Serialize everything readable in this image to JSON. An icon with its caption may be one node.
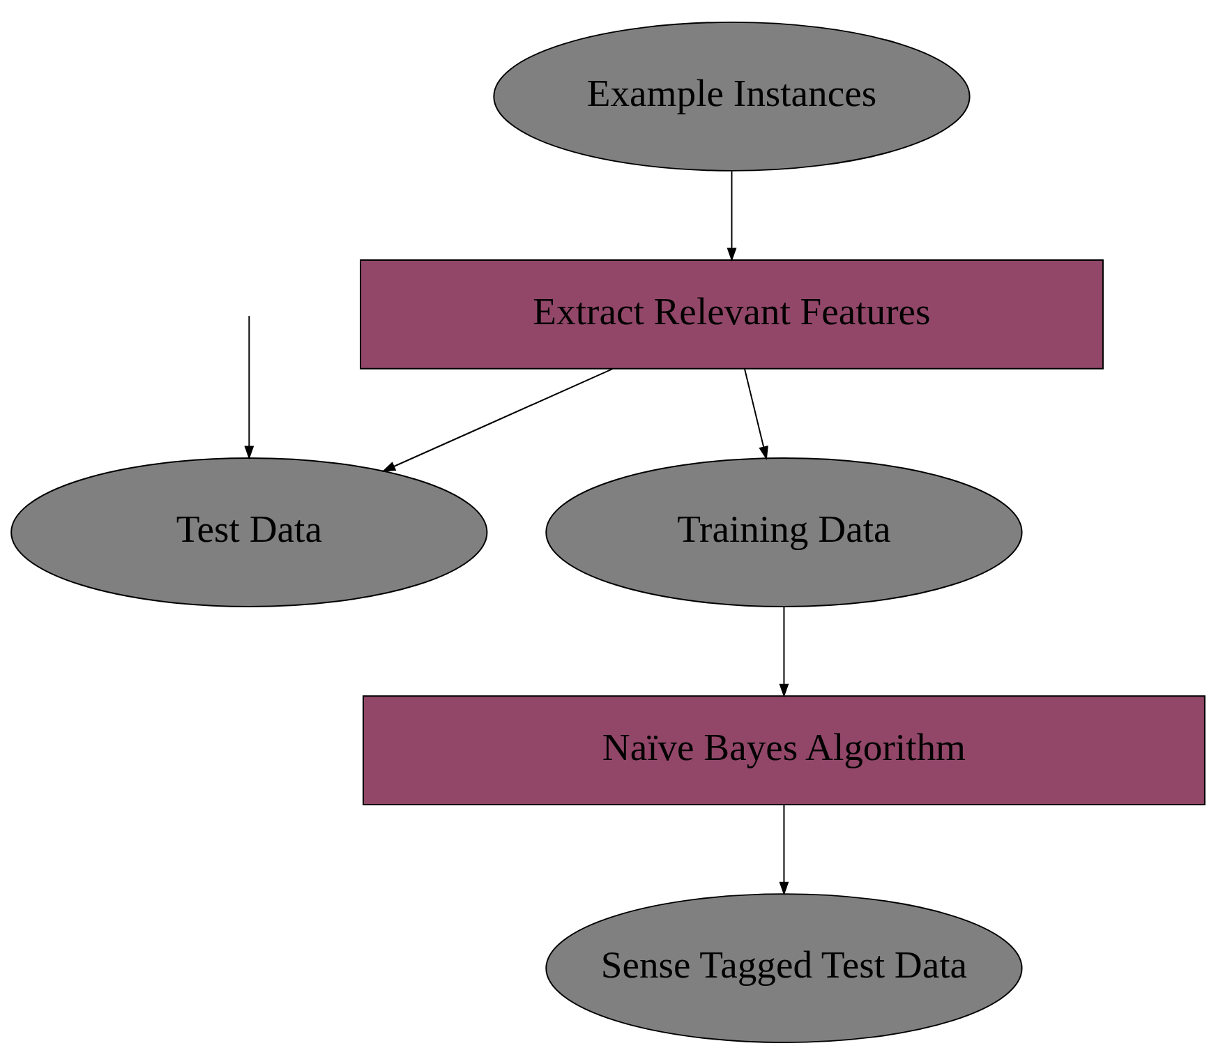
{
  "diagram": {
    "nodes": [
      {
        "text": [
          "Example Instances"
        ]
      },
      {
        "text": [
          "Extract Relevant Features"
        ]
      },
      {
        "text": [
          "Test Data"
        ]
      },
      {
        "text": [
          "Training Data"
        ]
      },
      {
        "text": [
          "Naïve Bayes Algorithm"
        ]
      },
      {
        "text": [
          "Sense Tagged Test Data"
        ]
      }
    ],
    "edges": [
      {
        "from": 0,
        "to": 1,
        "arrow": "to"
      },
      {
        "from": 1,
        "to": 2,
        "arrow": "to"
      },
      {
        "from": 1,
        "to": 3,
        "arrow": "to"
      },
      {
        "from": 3,
        "to": 4,
        "arrow": "to"
      },
      {
        "from": 4,
        "to": 5,
        "arrow": "to"
      },
      {
        "from": null,
        "to": 2,
        "arrow": "to"
      }
    ]
  }
}
